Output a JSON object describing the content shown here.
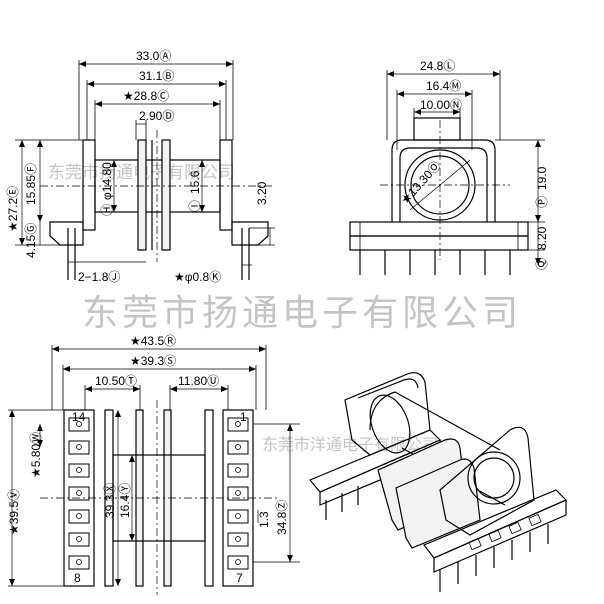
{
  "watermark": {
    "main": "东莞市扬通电子有限公司",
    "top_left": "东莞市扬通电子有限公司",
    "right": "东莞市洋通电子有限公司"
  },
  "view_front": {
    "dims": {
      "d33": "33.0Ⓐ",
      "d311": "31.1Ⓑ",
      "d288": "★28.8Ⓒ",
      "d290": "2.90Ⓓ",
      "d272": "★27.2Ⓔ",
      "d1585": "15.85Ⓕ",
      "d415": "4.15Ⓖ",
      "d1480": "φ14.80",
      "dH": "Ⓗ",
      "d156": "15.6",
      "dI": "Ⓘ",
      "d320": "3.20",
      "d218": "2−1.8Ⓙ",
      "d08": "★φ0.8Ⓚ"
    }
  },
  "view_side": {
    "dims": {
      "d248": "24.8Ⓛ",
      "d164": "16.4Ⓜ",
      "d1000": "10.00Ⓝ",
      "d1330": "★13.30Ⓞ",
      "d190": "19.0",
      "dP": "Ⓟ",
      "d820": "8.20",
      "dQ": "Ⓠ"
    }
  },
  "view_bottom": {
    "dims": {
      "d435": "★43.5Ⓡ",
      "d393": "★39.3Ⓢ",
      "d1050": "10.50Ⓣ",
      "d1180": "11.80Ⓤ",
      "d395": "★39.5Ⓥ",
      "d580": "★5.80Ⓦ",
      "d393v": "39.3Ⓧ",
      "d164v": "16.4Ⓨ",
      "d13": "1.3",
      "d348": "34.8Ⓩ"
    },
    "pins": {
      "p14": "14",
      "p8": "8",
      "p1": "1",
      "p7": "7"
    }
  }
}
